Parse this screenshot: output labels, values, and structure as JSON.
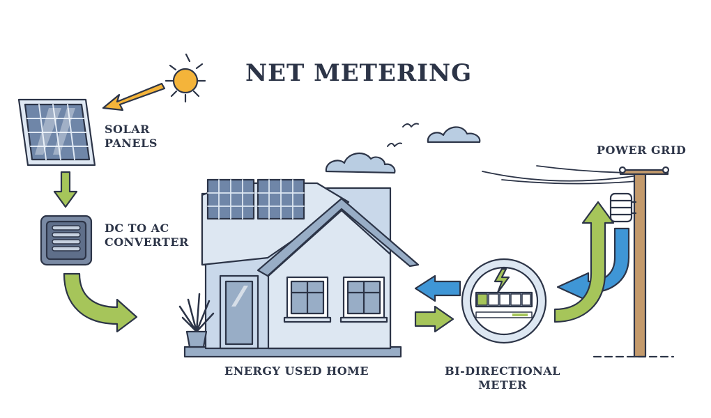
{
  "title": "NET METERING",
  "labels": {
    "solar_panels": [
      "SOLAR",
      "PANELS"
    ],
    "converter": [
      "DC TO AC",
      "CONVERTER"
    ],
    "home": "ENERGY USED HOME",
    "meter": [
      "BI-DIRECTIONAL",
      "METER"
    ],
    "grid": "POWER GRID"
  },
  "colors": {
    "outline": "#2c3447",
    "house_fill": "#c9d8ea",
    "house_light": "#dde7f2",
    "roof": "#98adc6",
    "panel": "#6f86a8",
    "converter": "#7a8aa4",
    "sun": "#f4b43a",
    "green_arrow": "#a6c55a",
    "blue_arrow": "#3f96d6",
    "pole": "#c39a6c",
    "cloud": "#b9cde2"
  }
}
